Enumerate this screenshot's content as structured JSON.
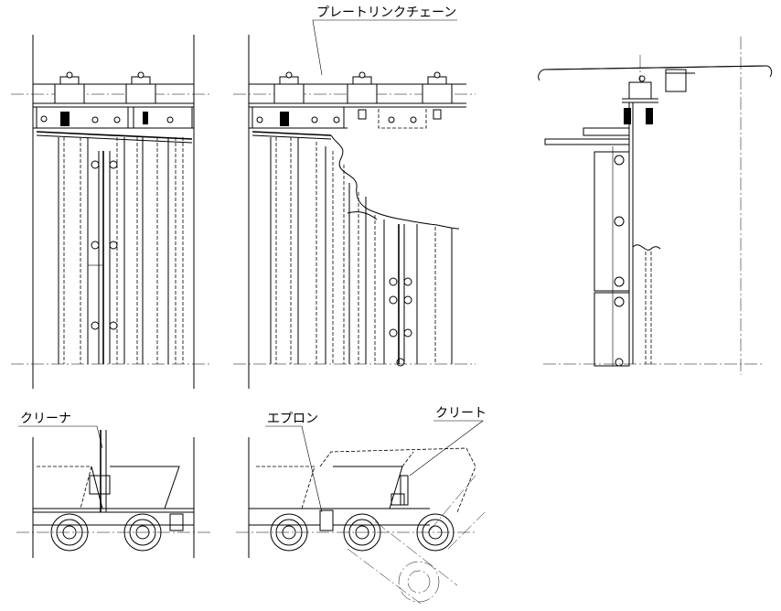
{
  "labels": {
    "plate_link_chain": "プレートリンクチェーン",
    "cleaner": "クリーナ",
    "apron": "エプロン",
    "cleat": "クリート"
  }
}
